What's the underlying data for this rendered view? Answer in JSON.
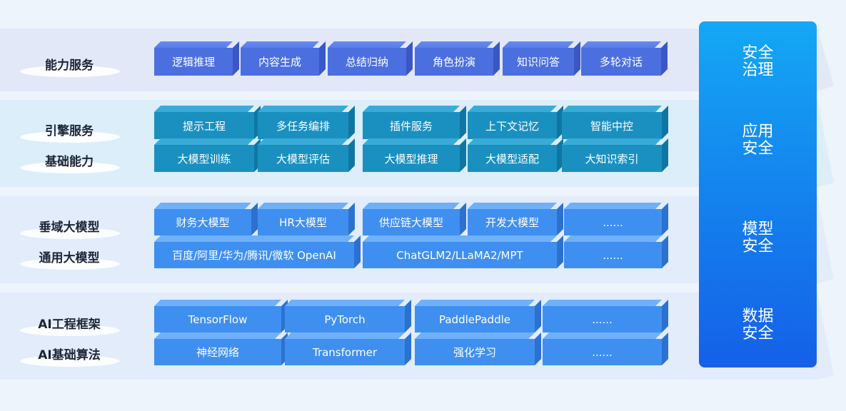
{
  "rows": {
    "capability": {
      "label": "能力服务",
      "items": [
        "逻辑推理",
        "内容生成",
        "总结归纳",
        "角色扮演",
        "知识问答",
        "多轮对话"
      ]
    },
    "engine": {
      "label": "引擎服务",
      "items": [
        "提示工程",
        "多任务编排",
        "插件服务",
        "上下文记忆",
        "智能中控"
      ]
    },
    "basic": {
      "label": "基础能力",
      "items": [
        "大模型训练",
        "大模型评估",
        "大模型推理",
        "大模型适配",
        "大知识索引"
      ]
    },
    "vertical": {
      "label": "垂域大模型",
      "items": [
        "财务大模型",
        "HR大模型",
        "供应链大模型",
        "开发大模型",
        "......"
      ]
    },
    "general": {
      "label": "通用大模型",
      "items": [
        "百度/阿里/华为/腾讯/微软 OpenAI",
        "ChatGLM2/LLaMA2/MPT",
        "......"
      ]
    },
    "framework": {
      "label": "AI工程框架",
      "items": [
        "TensorFlow",
        "PyTorch",
        "PaddlePaddle",
        "......"
      ]
    },
    "algorithm": {
      "label": "AI基础算法",
      "items": [
        "神经网络",
        "Transformer",
        "强化学习",
        "......"
      ]
    }
  },
  "security": {
    "items": [
      {
        "line1": "安全",
        "line2": "治理"
      },
      {
        "line1": "应用",
        "line2": "安全"
      },
      {
        "line1": "模型",
        "line2": "安全"
      },
      {
        "line1": "数据",
        "line2": "安全"
      }
    ]
  },
  "colors": {
    "purple": "#4c6fe0",
    "teal": "#1a90c0",
    "blue": "#3f8ff0",
    "security_top": "#14a8f5",
    "security_bottom": "#1560e8"
  }
}
